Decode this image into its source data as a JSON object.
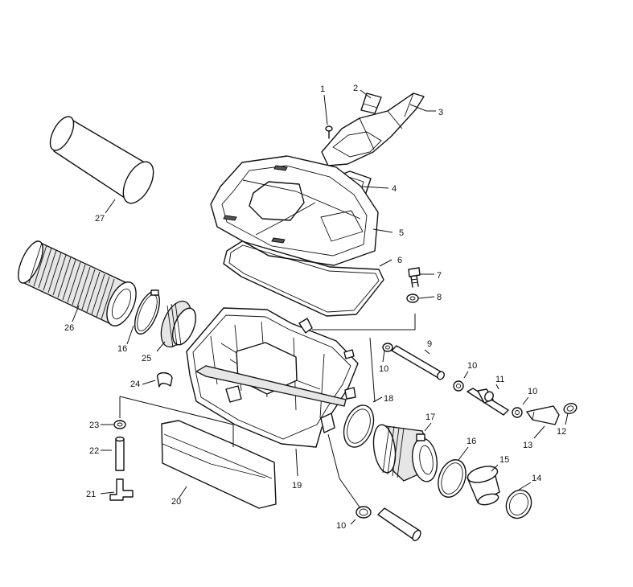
{
  "diagram": {
    "callouts": [
      {
        "id": "c1",
        "text": "1"
      },
      {
        "id": "c2",
        "text": "2"
      },
      {
        "id": "c3",
        "text": "3"
      },
      {
        "id": "c4",
        "text": "4"
      },
      {
        "id": "c5",
        "text": "5"
      },
      {
        "id": "c6",
        "text": "6"
      },
      {
        "id": "c7",
        "text": "7"
      },
      {
        "id": "c8",
        "text": "8"
      },
      {
        "id": "c9",
        "text": "9"
      },
      {
        "id": "c10a",
        "text": "10"
      },
      {
        "id": "c10b",
        "text": "10"
      },
      {
        "id": "c10c",
        "text": "10"
      },
      {
        "id": "c10d",
        "text": "10"
      },
      {
        "id": "c11",
        "text": "11"
      },
      {
        "id": "c12",
        "text": "12"
      },
      {
        "id": "c13",
        "text": "13"
      },
      {
        "id": "c14",
        "text": "14"
      },
      {
        "id": "c15",
        "text": "15"
      },
      {
        "id": "c16a",
        "text": "16"
      },
      {
        "id": "c16b",
        "text": "16"
      },
      {
        "id": "c17",
        "text": "17"
      },
      {
        "id": "c18",
        "text": "18"
      },
      {
        "id": "c19",
        "text": "19"
      },
      {
        "id": "c20",
        "text": "20"
      },
      {
        "id": "c21",
        "text": "21"
      },
      {
        "id": "c22",
        "text": "22"
      },
      {
        "id": "c23",
        "text": "23"
      },
      {
        "id": "c24",
        "text": "24"
      },
      {
        "id": "c25",
        "text": "25"
      },
      {
        "id": "c26",
        "text": "26"
      },
      {
        "id": "c27",
        "text": "27"
      }
    ]
  }
}
